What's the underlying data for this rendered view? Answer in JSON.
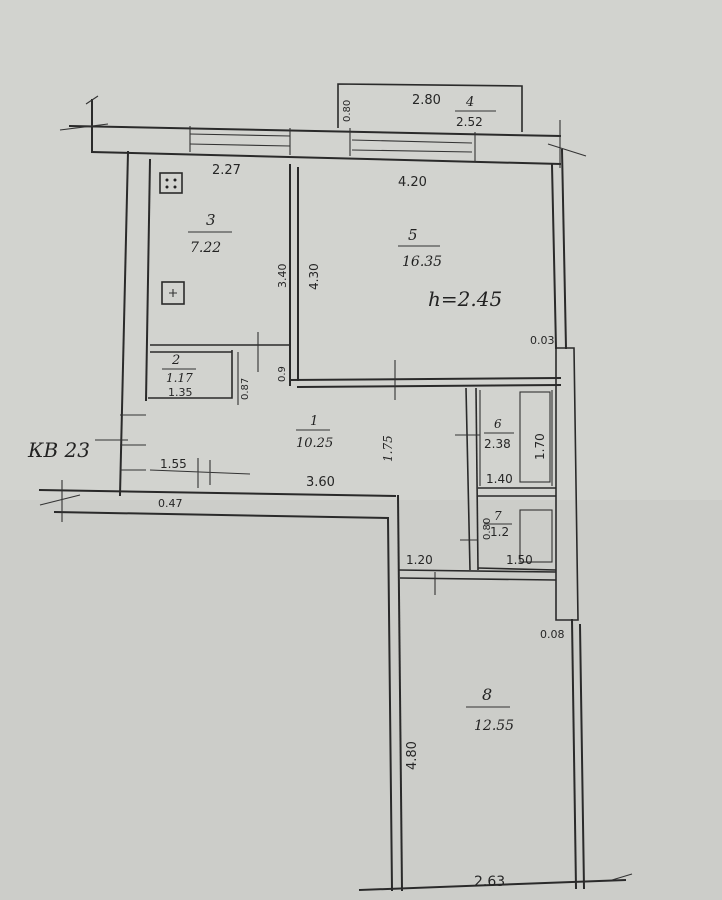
{
  "apartment_label": "КВ 23",
  "ceiling_height": "h=2.45",
  "rooms": [
    {
      "id": "r2",
      "number": "2",
      "area": "1.17"
    },
    {
      "id": "r3",
      "number": "3",
      "area": "7.22"
    },
    {
      "id": "r4",
      "number": "4",
      "area": "2.52"
    },
    {
      "id": "r5",
      "number": "5",
      "area": "16.35"
    },
    {
      "id": "r1",
      "number": "1",
      "area": "10.25"
    },
    {
      "id": "r6",
      "number": "6",
      "area": "2.38"
    },
    {
      "id": "r7",
      "number": "7",
      "area": "1.2"
    },
    {
      "id": "r8",
      "number": "8",
      "area": "12.55"
    }
  ],
  "dimensions": {
    "balcony_width": "2.80",
    "balcony_depth": "0.80",
    "kitchen_width": "2.27",
    "room5_width": "4.20",
    "kitchen_depth": "3.40",
    "room5_depth": "4.30",
    "wall_003": "0.03",
    "corridor_width": "3.60",
    "corridor_depth": "1.75",
    "room2_width": "1.35",
    "room2_depth": "0.87",
    "partition_09": "0.9",
    "bottom_1_55": "1.55",
    "wall_047": "0.47",
    "room6_width": "1.40",
    "room6_depth": "1.70",
    "room7_depth": "0.80",
    "room7_width": "1.50",
    "passage_1_20": "1.20",
    "room8_depth": "4.80",
    "room8_width": "2.63",
    "wall_008": "0.08"
  }
}
